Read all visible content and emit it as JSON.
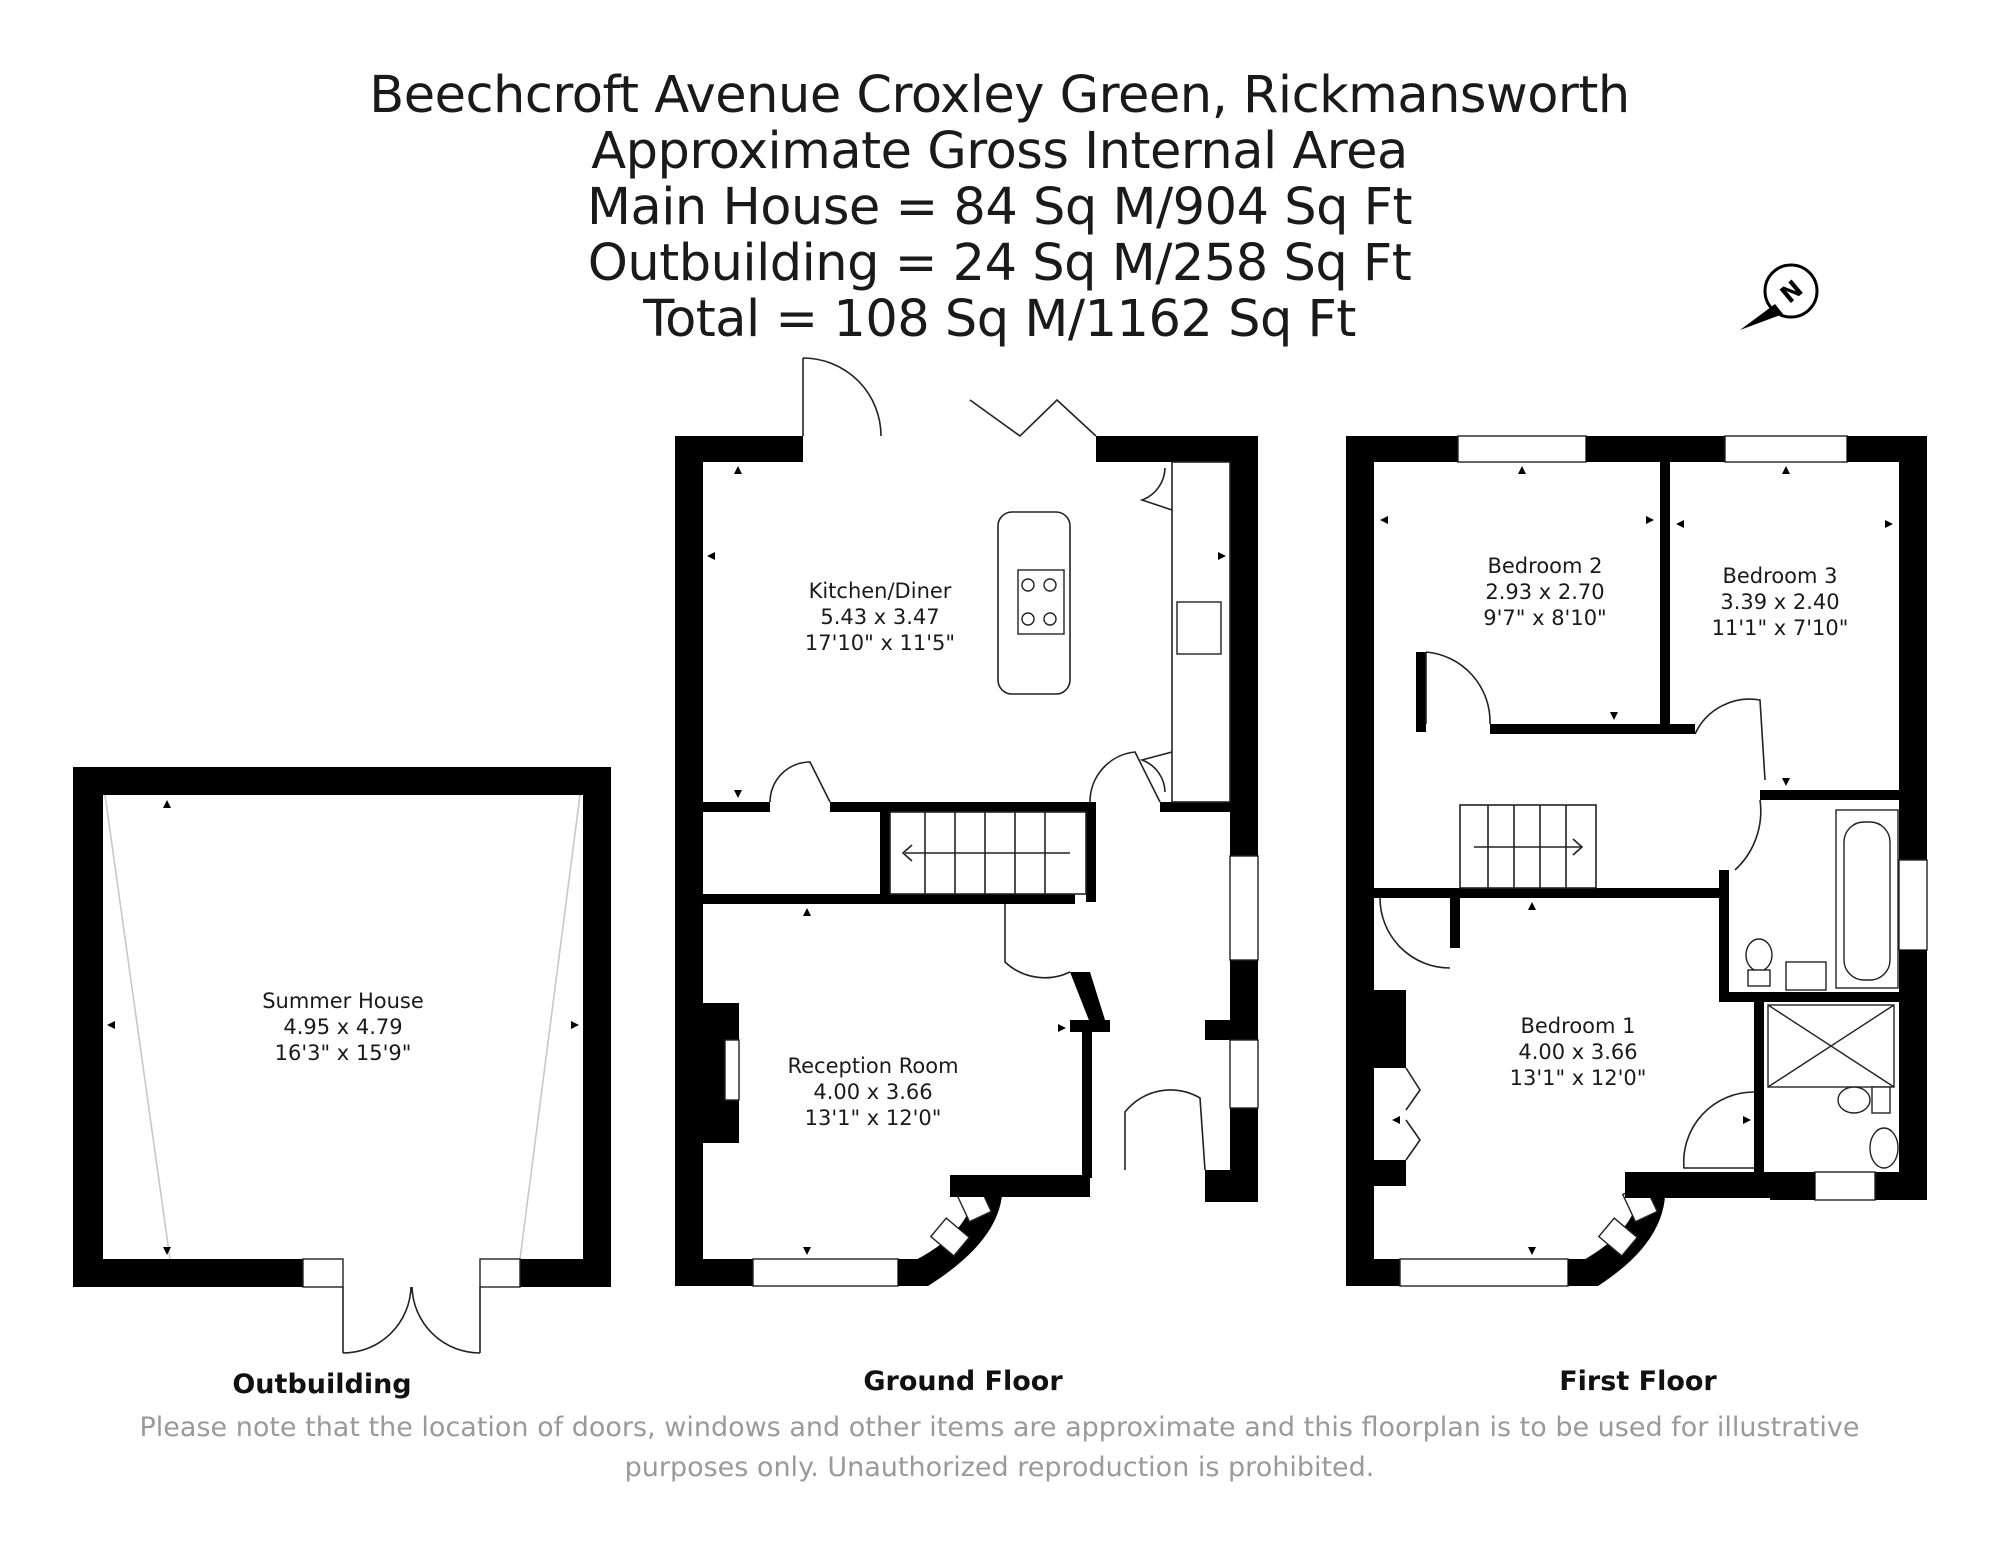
{
  "title": {
    "lines": [
      "Beechcroft Avenue Croxley Green, Rickmansworth",
      "Approximate Gross Internal Area",
      "Main House = 84 Sq M/904 Sq Ft",
      "Outbuilding = 24 Sq M/258 Sq Ft",
      "Total = 108 Sq M/1162 Sq Ft"
    ]
  },
  "compass": {
    "letter": "N"
  },
  "floors": {
    "outbuilding": {
      "label": "Outbuilding",
      "rooms": [
        {
          "name": "Summer House",
          "metric": "4.95 x 4.79",
          "imperial": "16'3\" x 15'9\""
        }
      ]
    },
    "ground": {
      "label": "Ground Floor",
      "rooms": [
        {
          "name": "Kitchen/Diner",
          "metric": "5.43 x 3.47",
          "imperial": "17'10\" x 11'5\""
        },
        {
          "name": "Reception Room",
          "metric": "4.00 x 3.66",
          "imperial": "13'1\" x 12'0\""
        }
      ]
    },
    "first": {
      "label": "First Floor",
      "rooms": [
        {
          "name": "Bedroom 2",
          "metric": "2.93 x 2.70",
          "imperial": "9'7\" x 8'10\""
        },
        {
          "name": "Bedroom 3",
          "metric": "3.39 x 2.40",
          "imperial": "11'1\" x 7'10\""
        },
        {
          "name": "Bedroom 1",
          "metric": "4.00 x 3.66",
          "imperial": "13'1\" x 12'0\""
        }
      ]
    }
  },
  "disclaimer": {
    "line1": "Please note that the location of doors, windows and other items are approximate and this floorplan is to be used for illustrative",
    "line2": "purposes only. Unauthorized reproduction is prohibited."
  }
}
